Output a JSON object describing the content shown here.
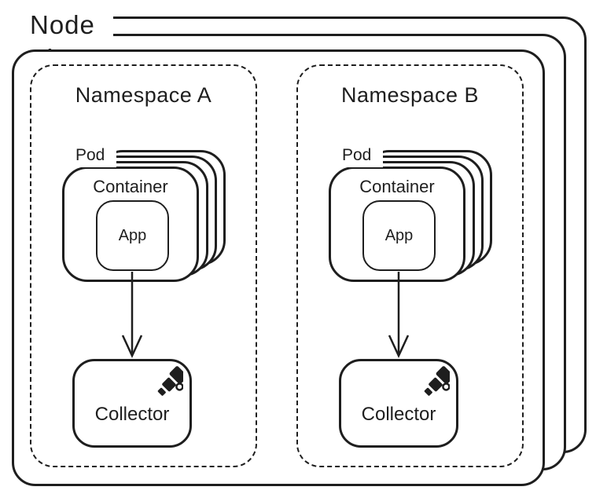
{
  "colors": {
    "stroke": "#1e1e1e",
    "background": "#ffffff"
  },
  "node": {
    "label": "Node",
    "stack_count": 3
  },
  "namespaces": [
    {
      "label": "Namespace A",
      "pod": {
        "label": "Pod",
        "stack_count": 4,
        "container": {
          "label": "Container",
          "app": {
            "label": "App"
          }
        }
      },
      "collector": {
        "label": "Collector",
        "icon": "telescope-icon"
      }
    },
    {
      "label": "Namespace B",
      "pod": {
        "label": "Pod",
        "stack_count": 4,
        "container": {
          "label": "Container",
          "app": {
            "label": "App"
          }
        }
      },
      "collector": {
        "label": "Collector",
        "icon": "telescope-icon"
      }
    }
  ]
}
